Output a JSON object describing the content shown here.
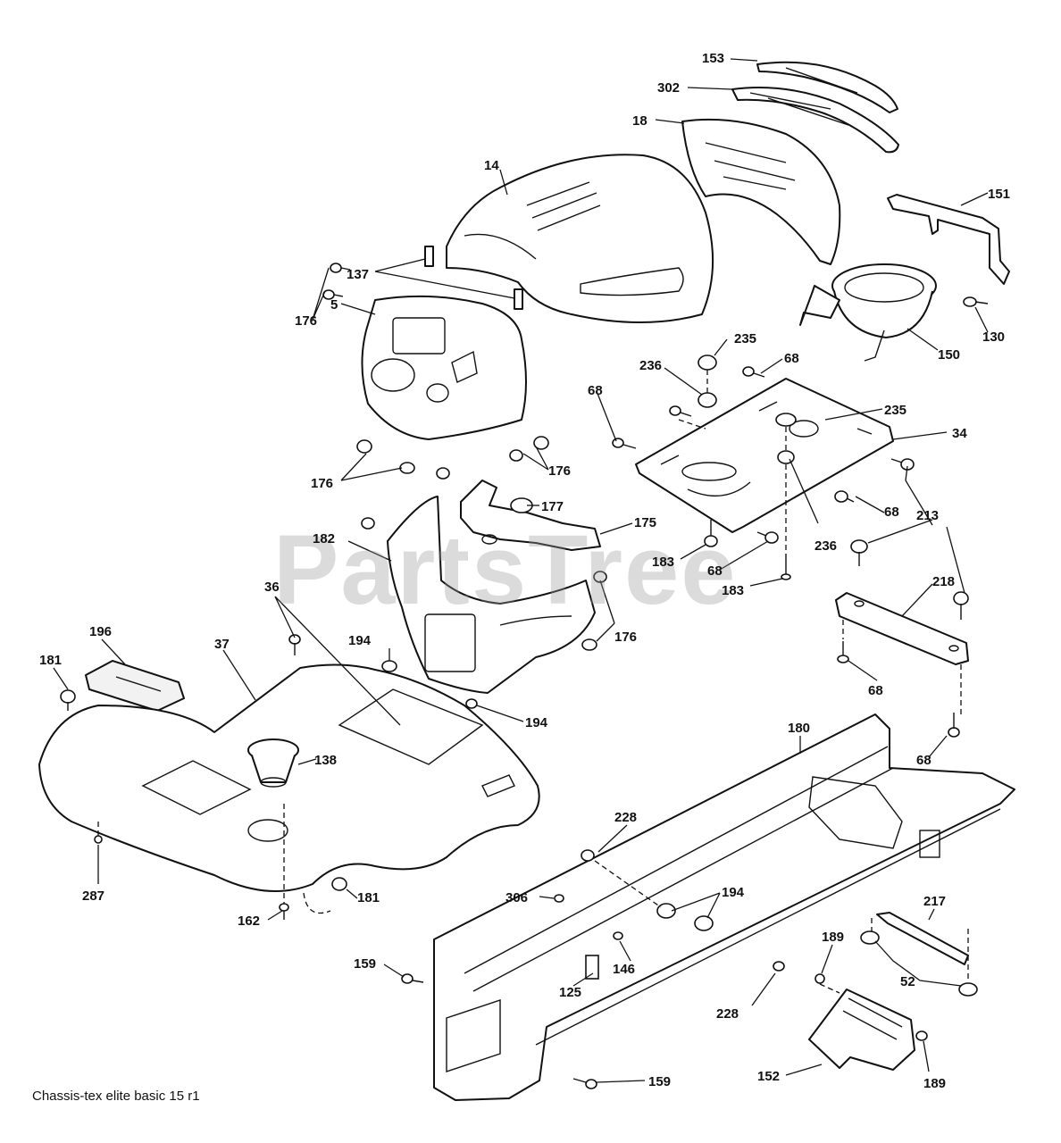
{
  "diagram": {
    "caption": "Chassis-tex  elite basic  15  r1",
    "watermark": "PartsTree",
    "callouts": {
      "c153": "153",
      "c302": "302",
      "c18": "18",
      "c14": "14",
      "c151": "151",
      "c137": "137",
      "c5": "5",
      "c176a": "176",
      "c130": "130",
      "c150": "150",
      "c235a": "235",
      "c236a": "236",
      "c68a": "68",
      "c68b": "68",
      "c235b": "235",
      "c34": "34",
      "c176b": "176",
      "c176c": "176",
      "c177": "177",
      "c175": "175",
      "c68c": "68",
      "c213": "213",
      "c236b": "236",
      "c182": "182",
      "c183a": "183",
      "c68d": "68",
      "c183b": "183",
      "c218": "218",
      "c36": "36",
      "c176d": "176",
      "c196": "196",
      "c37": "37",
      "c194a": "194",
      "c181a": "181",
      "c68e": "68",
      "c194b": "194",
      "c180": "180",
      "c138": "138",
      "c68f": "68",
      "c228a": "228",
      "c287": "287",
      "c181b": "181",
      "c306": "306",
      "c194c": "194",
      "c162": "162",
      "c217": "217",
      "c189a": "189",
      "c159a": "159",
      "c146": "146",
      "c125": "125",
      "c52": "52",
      "c228b": "228",
      "c159b": "159",
      "c152": "152",
      "c189b": "189"
    }
  }
}
